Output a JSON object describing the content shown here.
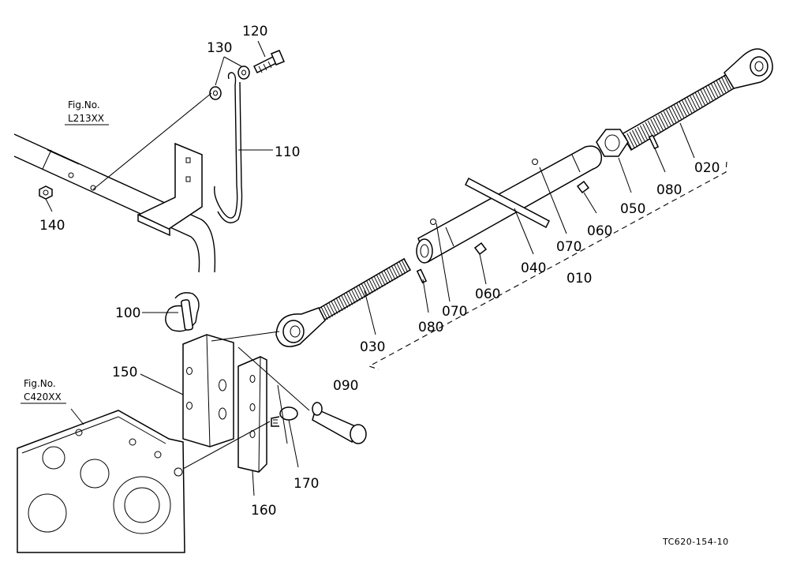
{
  "references": [
    {
      "id": "ref-l213",
      "line1": "Fig.No.",
      "line2": "L213XX"
    },
    {
      "id": "ref-c420",
      "line1": "Fig.No.",
      "line2": "C420XX"
    }
  ],
  "labels": [
    {
      "id": "120",
      "text": "120"
    },
    {
      "id": "130",
      "text": "130"
    },
    {
      "id": "110",
      "text": "110"
    },
    {
      "id": "140",
      "text": "140"
    },
    {
      "id": "020",
      "text": "020"
    },
    {
      "id": "080a",
      "text": "080"
    },
    {
      "id": "050",
      "text": "050"
    },
    {
      "id": "060a",
      "text": "060"
    },
    {
      "id": "070a",
      "text": "070"
    },
    {
      "id": "040",
      "text": "040"
    },
    {
      "id": "010",
      "text": "010"
    },
    {
      "id": "060b",
      "text": "060"
    },
    {
      "id": "070b",
      "text": "070"
    },
    {
      "id": "080b",
      "text": "080"
    },
    {
      "id": "030",
      "text": "030"
    },
    {
      "id": "100",
      "text": "100"
    },
    {
      "id": "150",
      "text": "150"
    },
    {
      "id": "090",
      "text": "090"
    },
    {
      "id": "170",
      "text": "170"
    },
    {
      "id": "160",
      "text": "160"
    }
  ],
  "drawing_number": "TC620-154-10"
}
